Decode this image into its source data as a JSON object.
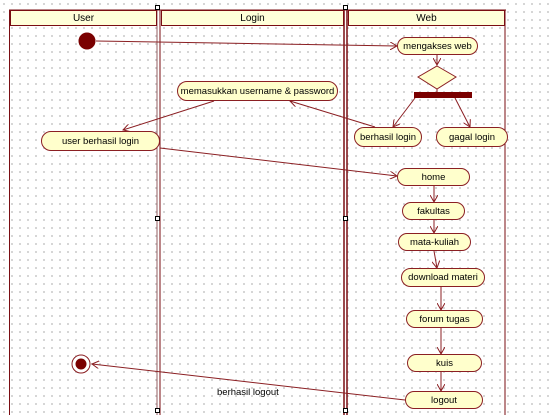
{
  "lanes": {
    "user": "User",
    "login": "Login",
    "web": "Web"
  },
  "activities": {
    "mengakses_web": "mengakses web",
    "memasukkan": "memasukkan username & password",
    "berhasil_login": "berhasil login",
    "gagal_login": "gagal login",
    "user_berhasil_login": "user berhasil login",
    "home": "home",
    "fakultas": "fakultas",
    "mata_kuliah": "mata-kuliah",
    "download_materi": "download materi",
    "forum_tugas": "forum tugas",
    "kuis": "kuis",
    "logout": "logout"
  },
  "labels": {
    "berhasil_logout": "berhasil logout"
  },
  "colors": {
    "line": "#8b1f23",
    "fill": "#ffffcc",
    "node_dark": "#7a0000"
  }
}
